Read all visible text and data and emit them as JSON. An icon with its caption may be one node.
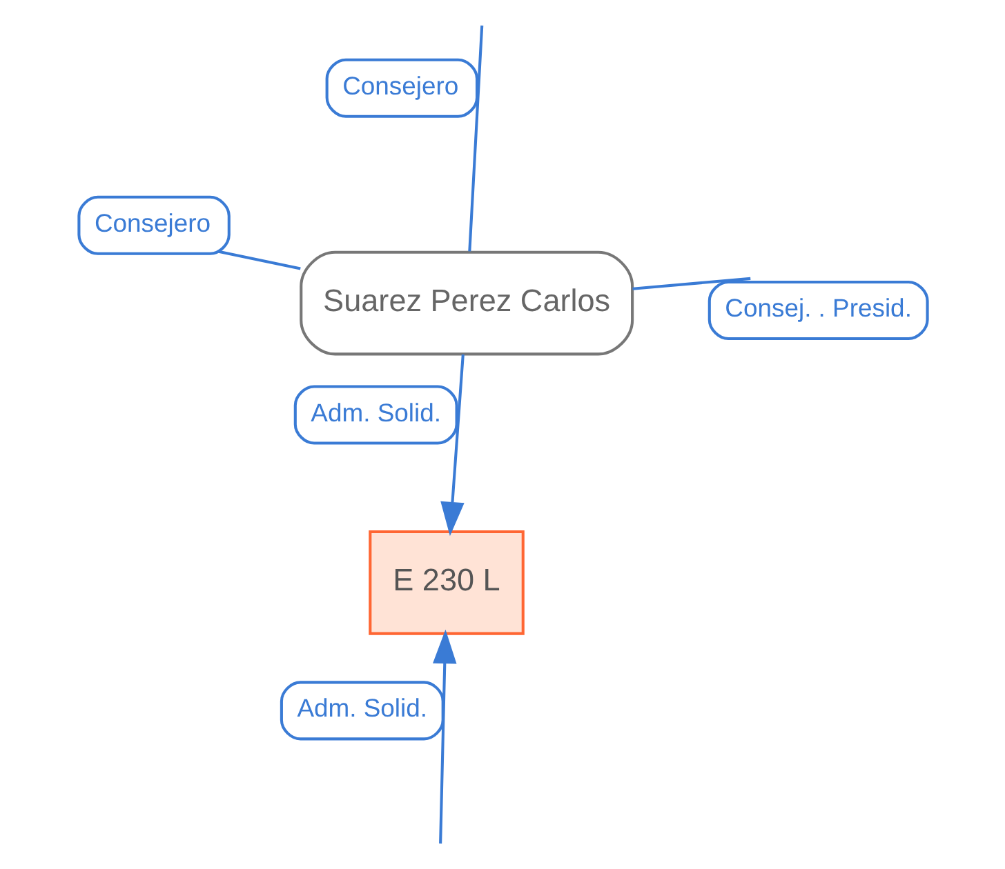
{
  "diagram": {
    "nodes": [
      {
        "text": [
          "E 230 L"
        ]
      },
      {
        "text": [
          "Suarez Perez Carlos"
        ]
      }
    ],
    "edges": [
      {
        "from": null,
        "to": 0,
        "arrow": "to",
        "label": "Adm. Solid."
      },
      {
        "from": null,
        "to": 1,
        "arrow": "none",
        "label": "Consejero"
      },
      {
        "from": 1,
        "to": 0,
        "arrow": "to",
        "label": "Adm. Solid."
      },
      {
        "from": 1,
        "to": null,
        "arrow": "none",
        "label": "Consej. . Presid."
      },
      {
        "from": 1,
        "to": null,
        "arrow": "none",
        "label": "Consejero"
      }
    ]
  }
}
